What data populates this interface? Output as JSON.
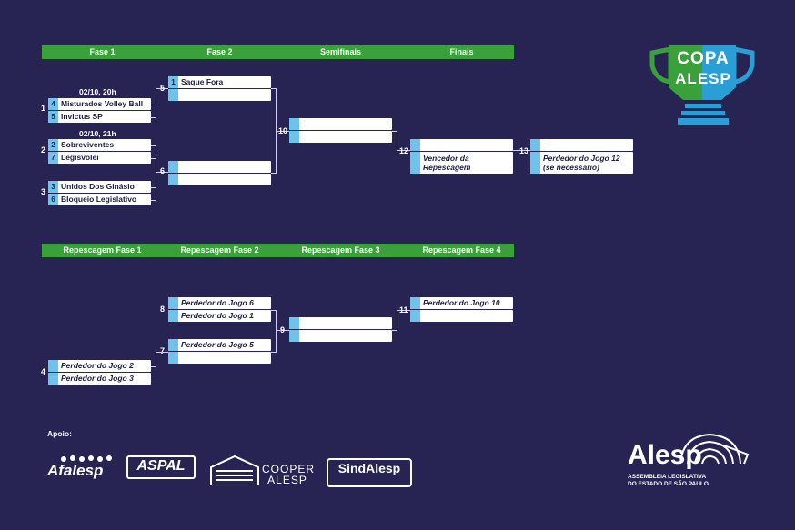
{
  "headers_main": [
    "Fase 1",
    "Fase 2",
    "Semifinais",
    "Finais"
  ],
  "headers_rep": [
    "Repescagem Fase 1",
    "Repescagem Fase 2",
    "Repescagem Fase 3",
    "Repescagem Fase 4"
  ],
  "dates": [
    "02/10, 20h",
    "02/10, 21h"
  ],
  "game_numbers": [
    "1",
    "2",
    "3",
    "4",
    "5",
    "6",
    "7",
    "8",
    "9",
    "10",
    "11",
    "12",
    "13"
  ],
  "slots": {
    "s1a": {
      "seed": "4",
      "team": "Misturados Volley Ball"
    },
    "s1b": {
      "seed": "5",
      "team": "Invictus SP"
    },
    "s2a": {
      "seed": "2",
      "team": "Sobreviventes"
    },
    "s2b": {
      "seed": "7",
      "team": "Legisvolei"
    },
    "s3a": {
      "seed": "3",
      "team": "Unidos Dos Ginásio"
    },
    "s3b": {
      "seed": "6",
      "team": "Bloqueio Legislativo"
    },
    "s5a": {
      "seed": "1",
      "team": "Saque Fora"
    },
    "s12b": {
      "team1": "Vencedor da",
      "team2": "Repescagem"
    },
    "s13b": {
      "team1": "Perdedor do Jogo 12",
      "team2": "(se necessário)"
    },
    "r4a": {
      "team": "Perdedor do Jogo 2"
    },
    "r4b": {
      "team": "Perdedor do Jogo 3"
    },
    "r8a": {
      "team": "Perdedor do Jogo 6"
    },
    "r8b": {
      "team": "Perdedor do Jogo 1"
    },
    "r7a": {
      "team": "Perdedor do Jogo 5"
    },
    "r11a": {
      "team": "Perdedor do Jogo 10"
    }
  },
  "logo": {
    "line1": "COPA",
    "line2": "ALESP"
  },
  "apoio": "Apoio:",
  "sponsors": [
    "Afalesp",
    "ASPAL",
    "COOPER ALESP",
    "SindAlesp"
  ],
  "alesp_logo": {
    "word": "Alesp",
    "sub1": "ASSEMBLEIA LEGISLATIVA",
    "sub2": "DO ESTADO DE SÃO PAULO"
  },
  "colors": {
    "bg": "#272453",
    "header": "#3aa03a",
    "seed": "#6ec3ec",
    "cup_green": "#3aa03a",
    "cup_blue": "#2a9fd6"
  }
}
